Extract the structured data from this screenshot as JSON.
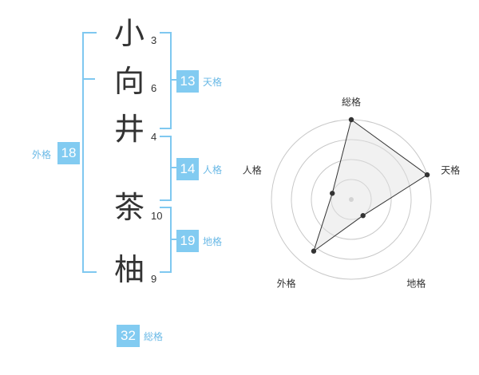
{
  "name": {
    "characters": [
      {
        "char": "小",
        "strokes": "3"
      },
      {
        "char": "向",
        "strokes": "6"
      },
      {
        "char": "井",
        "strokes": "4"
      },
      {
        "char": "茶",
        "strokes": "10"
      },
      {
        "char": "柚",
        "strokes": "9"
      }
    ]
  },
  "fortune": {
    "tenkaku": {
      "value": "13",
      "label": "天格"
    },
    "jinkaku": {
      "value": "14",
      "label": "人格"
    },
    "chikaku": {
      "value": "19",
      "label": "地格"
    },
    "gaikaku": {
      "value": "18",
      "label": "外格"
    },
    "soukaku": {
      "value": "32",
      "label": "総格"
    }
  },
  "colors": {
    "accent": "#82cbf1",
    "bracket": "#7fc8f0",
    "label": "#6ab9e6",
    "text": "#333333"
  },
  "chart_data": {
    "type": "radar",
    "axes": [
      "総格",
      "天格",
      "地格",
      "外格",
      "人格"
    ],
    "values": [
      1.0,
      1.0,
      0.25,
      0.8,
      0.25
    ],
    "rings": 4,
    "grid": true
  }
}
